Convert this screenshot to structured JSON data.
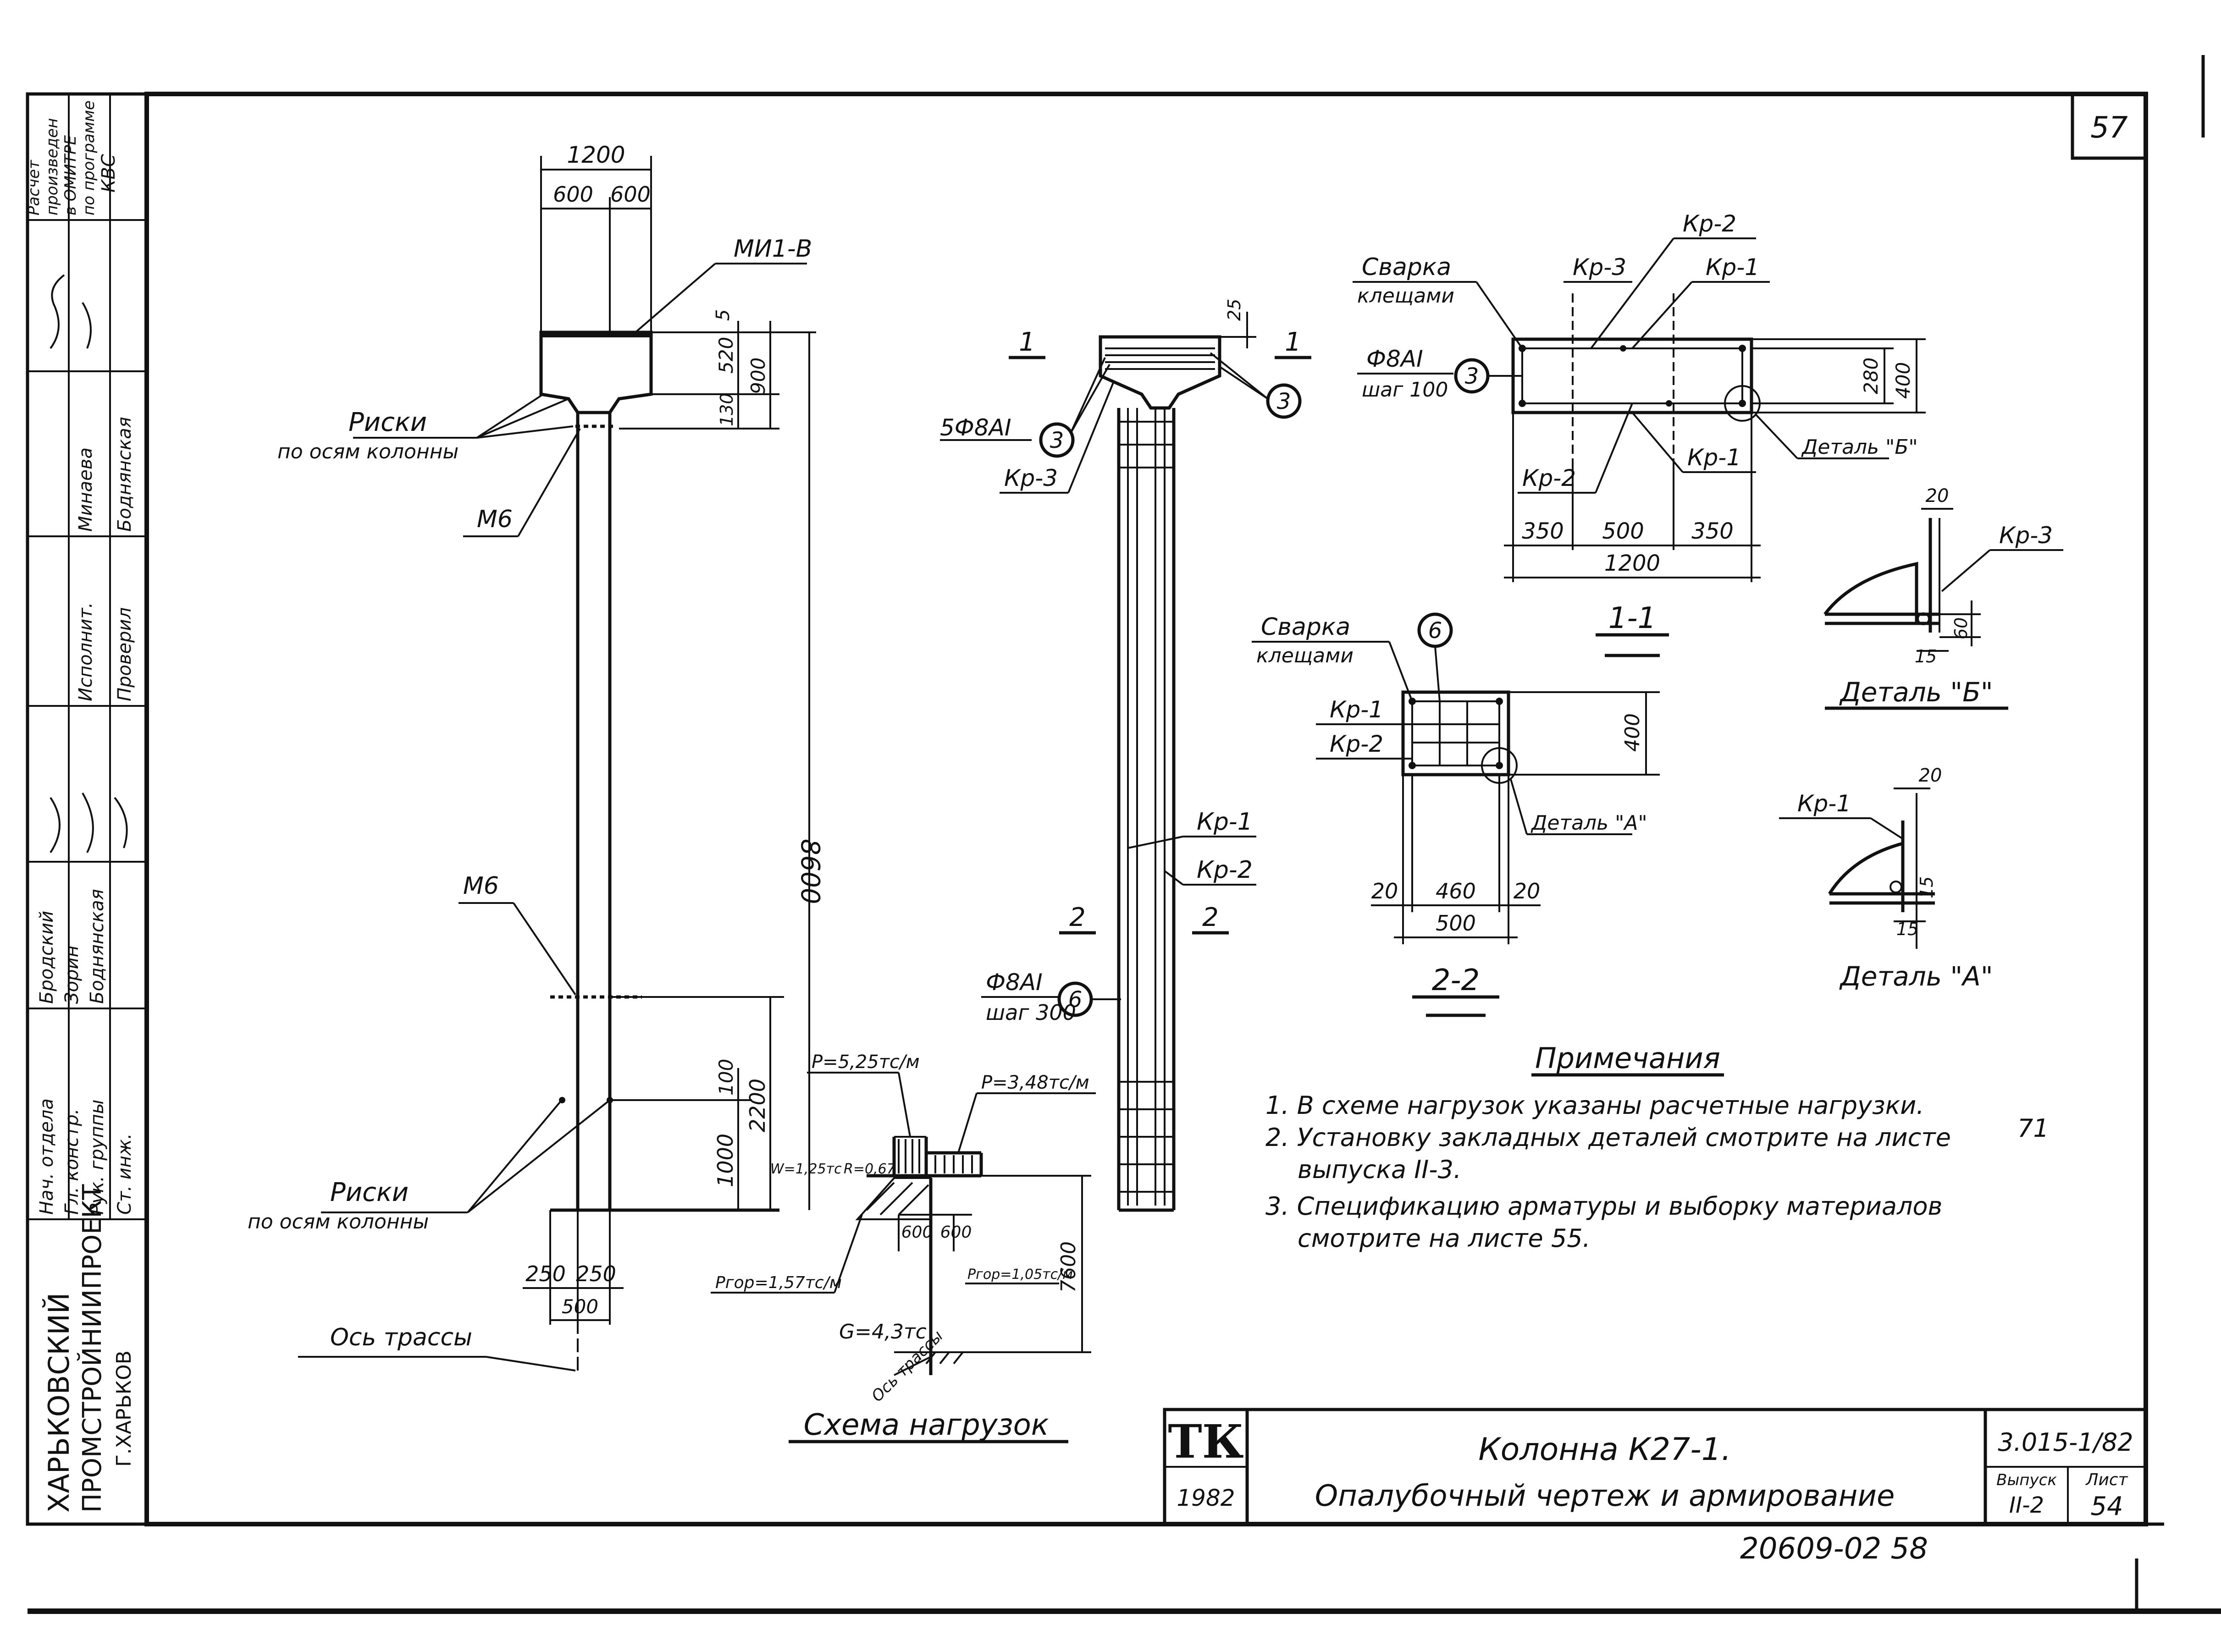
{
  "sheet_number": "57",
  "bottom_code": "20609-02 58",
  "title_block": {
    "logo": "ТК",
    "year": "1982",
    "title_line1": "Колонна К27-1.",
    "title_line2": "Опалубочный чертеж и армирование",
    "doc_code": "3.015-1/82",
    "issue_label": "Выпуск",
    "issue_value": "II-2",
    "sheet_label": "Лист",
    "sheet_value": "54"
  },
  "side_block": {
    "org_line1": "ХАРЬКОВСКИЙ",
    "org_line2": "ПРОМСТРОЙНИИПРОЕКТ",
    "org_line3": "Г.ХАРЬКОВ",
    "rows": [
      {
        "role": "Нач. отдела",
        "name": "Бродский"
      },
      {
        "role": "Гл. констр.",
        "name": "Зорин"
      },
      {
        "role": "Рук. группы",
        "name": "Боднянская"
      },
      {
        "role": "Ст. инж.",
        "name": ""
      },
      {
        "role": "Исполнит.",
        "name": "Минаева"
      },
      {
        "role": "Проверил",
        "name": "Боднянская"
      }
    ],
    "calc_note": [
      "Расчет",
      "произведен",
      "в ОМИТРЕ",
      "по программе",
      "КВС"
    ]
  },
  "column_elevation": {
    "dim_top": "1200",
    "dim_half_left": "600",
    "dim_half_right": "600",
    "embed_top": "МИ1-В",
    "embed_m6_top": "М6",
    "embed_m6_bottom": "М6",
    "marks_label": "Риски",
    "marks_sub": "по осям колонны",
    "dim_5": "5",
    "dim_520": "520",
    "dim_900": "900",
    "dim_130": "130",
    "dim_8600": "8600",
    "dim_100": "100",
    "dim_2200": "2200",
    "dim_1000": "1000",
    "dim_250_left": "250",
    "dim_250_right": "250",
    "dim_500": "500",
    "axis_label": "Ось трассы"
  },
  "reinforcement": {
    "section1_mark": "1",
    "section2_mark": "2",
    "dim_25": "25",
    "bars_top": "5Ф8АI",
    "pos3": "3",
    "kp3": "Кр-3",
    "kp1": "Кр-1",
    "kp2": "Кр-2",
    "stirrups": "Ф8АI",
    "stirrup_step": "шаг 300",
    "pos6": "6"
  },
  "section_1_1": {
    "label": "1-1",
    "weld_label": "Сварка",
    "weld_sub": "клещами",
    "bar": "Ф8АI",
    "bar_step": "шаг 100",
    "pos": "3",
    "kp1": "Кр-1",
    "kp2": "Кр-2",
    "kp3": "Кр-3",
    "detail": "Деталь \"Б\"",
    "dim_280": "280",
    "dim_400": "400",
    "dim_350a": "350",
    "dim_500": "500",
    "dim_350b": "350",
    "dim_1200": "1200"
  },
  "section_2_2": {
    "label": "2-2",
    "weld_label": "Сварка",
    "weld_sub": "клещами",
    "pos": "6",
    "kp1": "Кр-1",
    "kp2": "Кр-2",
    "detail": "Деталь \"А\"",
    "dim_400": "400",
    "dim_20a": "20",
    "dim_460": "460",
    "dim_20b": "20",
    "dim_500": "500"
  },
  "detail_b": {
    "label": "Деталь \"Б\"",
    "kp": "Кр-3",
    "dim_20": "20",
    "dim_60": "60",
    "dim_15": "15"
  },
  "detail_a": {
    "label": "Деталь \"А\"",
    "kp": "Кр-1",
    "dim_20": "20",
    "dim_15a": "15",
    "dim_15b": "15"
  },
  "load_scheme": {
    "title": "Схема нагрузок",
    "p_left": "P=5,25тс/м",
    "p_right": "P=3,48тс/м",
    "w": "W=1,25тс",
    "r": "R=0,67",
    "pgor_left": "Pгор=1,57тс/м",
    "pgor_right": "Pгор=1,05тс/м",
    "dim_600a": "600",
    "dim_600b": "600",
    "g": "G=4,3тс",
    "dim_7600": "7600",
    "axis": "Ось трассы"
  },
  "notes": {
    "title": "Примечания",
    "items": [
      "1. В схеме нагрузок указаны расчетные нагрузки.",
      "2. Установку закладных деталей смотрите на листе",
      "выпуска II-3.",
      "3. Спецификацию арматуры и выборку материалов",
      "смотрите на листе 55."
    ],
    "sheet_ref": "71"
  }
}
